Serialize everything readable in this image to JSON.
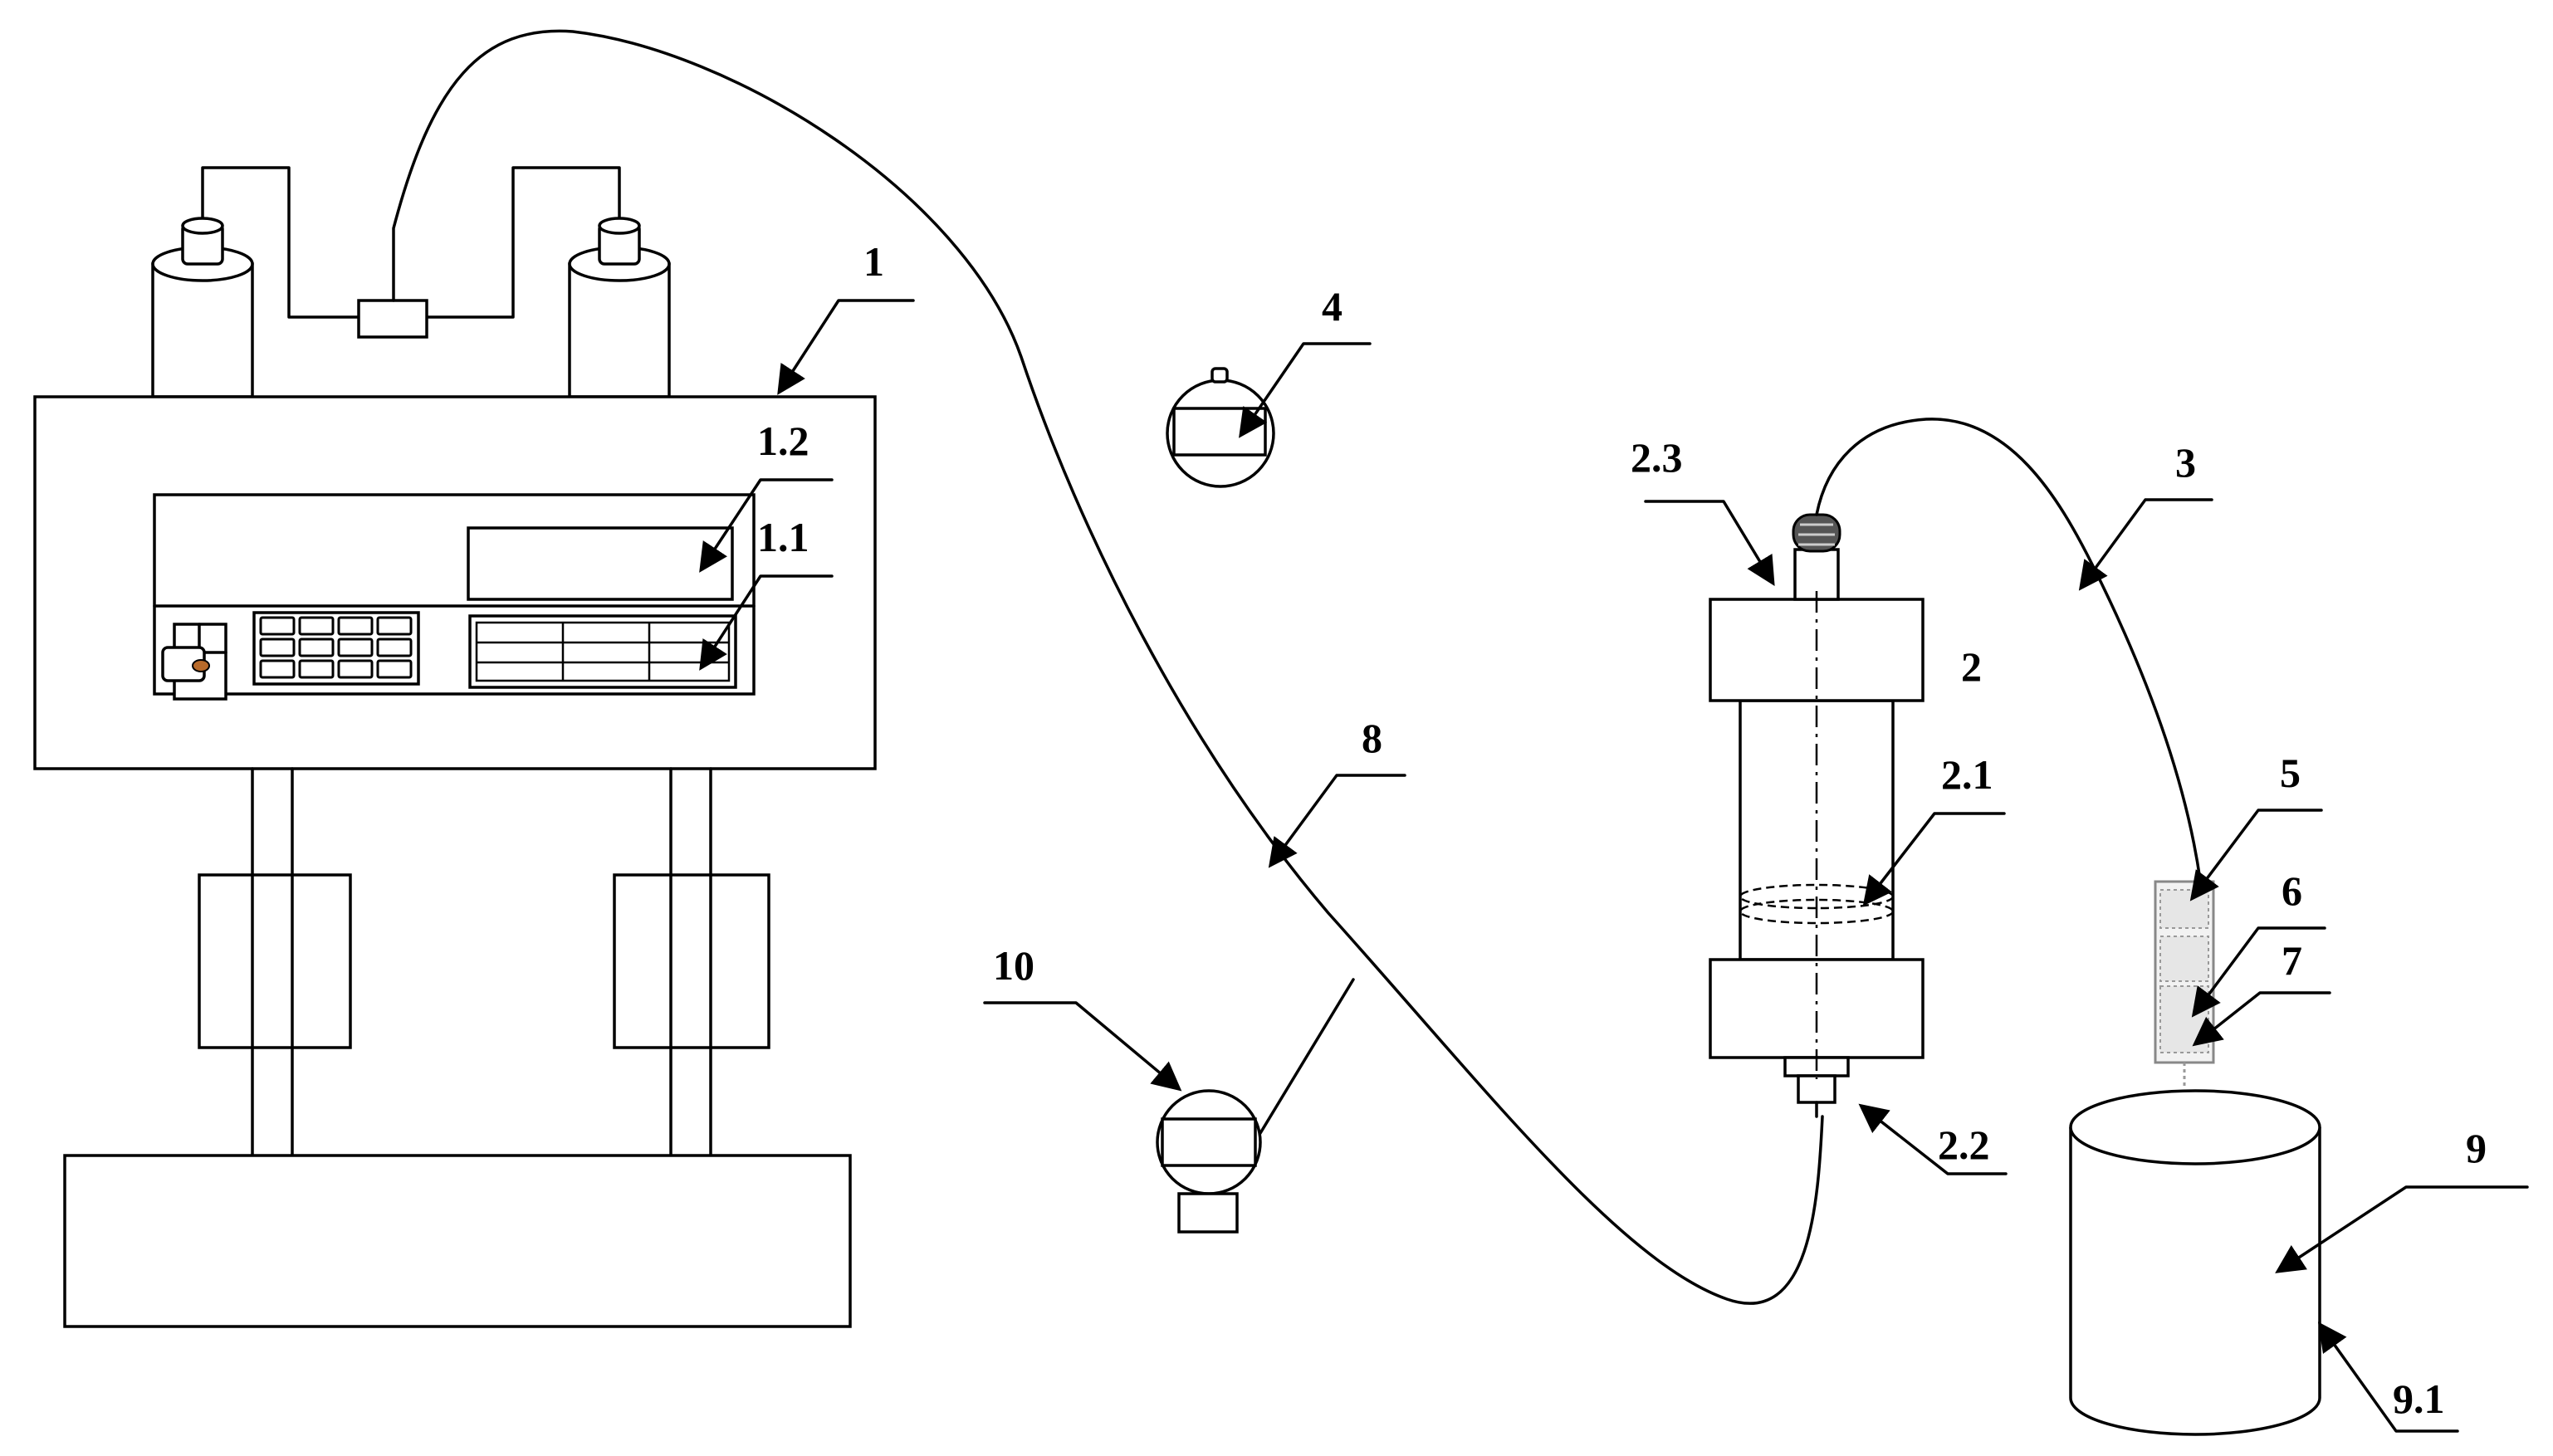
{
  "labels": {
    "l1": "1",
    "l1_1": "1.1",
    "l1_2": "1.2",
    "l2": "2",
    "l2_1": "2.1",
    "l2_2": "2.2",
    "l2_3": "2.3",
    "l3": "3",
    "l4": "4",
    "l5": "5",
    "l6": "6",
    "l7": "7",
    "l8": "8",
    "l9": "9",
    "l9_1": "9.1",
    "l10": "10"
  }
}
